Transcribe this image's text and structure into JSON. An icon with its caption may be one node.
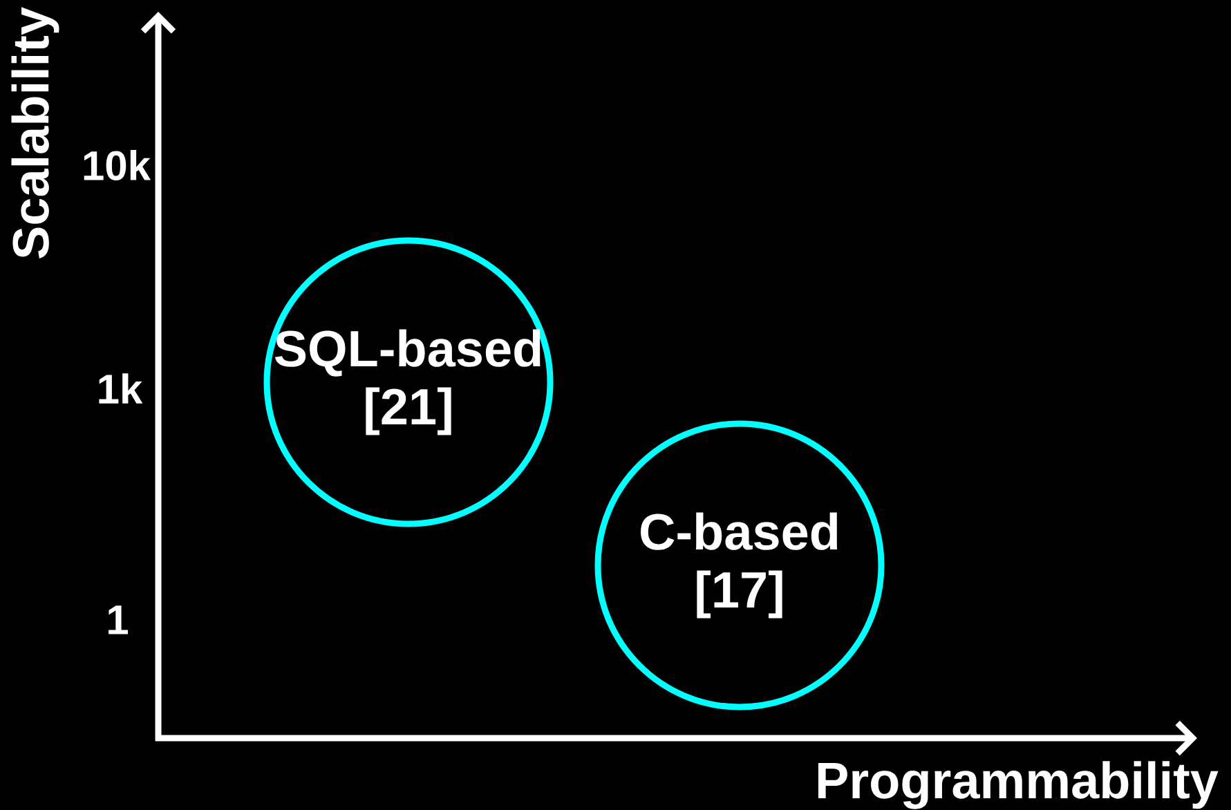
{
  "diagram": {
    "nodes": [
      {
        "text": [
          "SQL-based [21]"
        ]
      },
      {
        "text": [
          "C-based [17]"
        ]
      }
    ],
    "labels": [
      "Scalability",
      "10k",
      "1k",
      "1",
      "Programmability"
    ]
  }
}
